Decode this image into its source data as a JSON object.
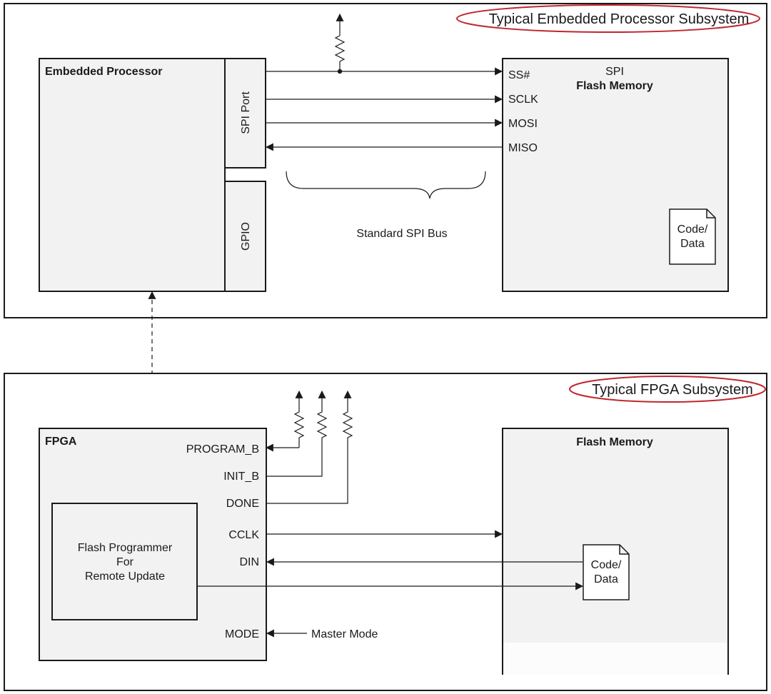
{
  "top_subsystem": {
    "title": "Typical Embedded Processor Subsystem",
    "processor_label": "Embedded Processor",
    "spi_port_label": "SPI Port",
    "gpio_label": "GPIO",
    "flash_title_line1": "SPI",
    "flash_title_line2": "Flash Memory",
    "pins": [
      "SS#",
      "SCLK",
      "MOSI",
      "MISO"
    ],
    "bus_label": "Standard SPI Bus",
    "doc_line1": "Code/",
    "doc_line2": "Data"
  },
  "bottom_subsystem": {
    "title": "Typical FPGA Subsystem",
    "fpga_label": "FPGA",
    "pins": [
      "PROGRAM_B",
      "INIT_B",
      "DONE",
      "CCLK",
      "DIN",
      "MODE"
    ],
    "programmer_line1": "Flash Programmer",
    "programmer_line2": "For",
    "programmer_line3": "Remote Update",
    "flash_title": "Flash Memory",
    "doc_line1": "Code/",
    "doc_line2": "Data",
    "mode_label": "Master Mode"
  },
  "colors": {
    "stroke": "#1a1a1a",
    "box_fill": "#f2f2f2",
    "title_oval": "#c0262d"
  }
}
